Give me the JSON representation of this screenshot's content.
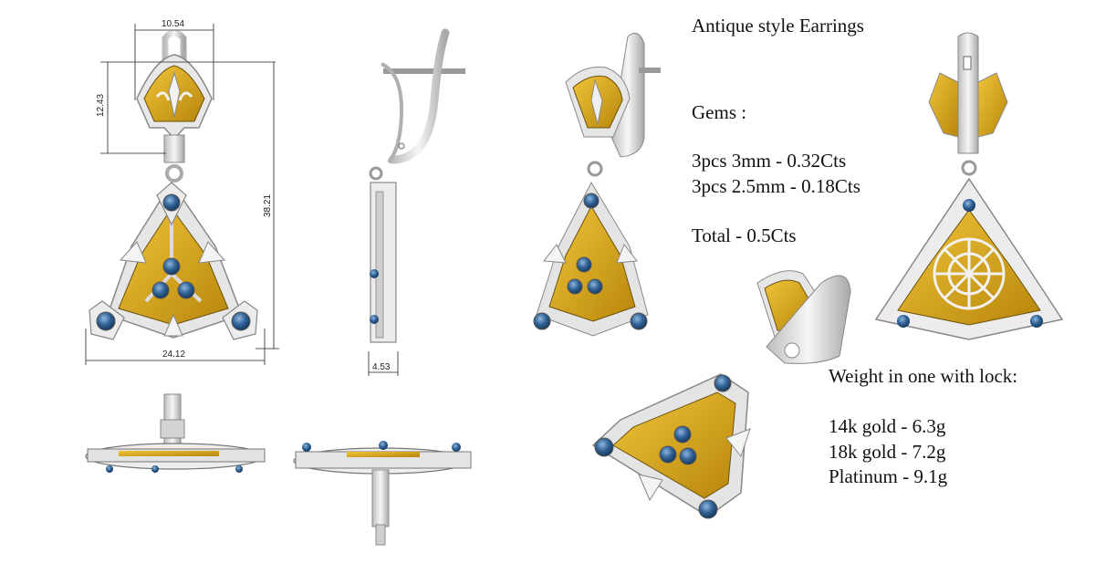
{
  "title": "Antique style Earrings",
  "gems": {
    "heading": "Gems :",
    "lines": [
      "3pcs 3mm - 0.32Cts",
      "3pcs 2.5mm - 0.18Cts"
    ],
    "total": "Total - 0.5Cts"
  },
  "weight": {
    "heading": "Weight in one with lock:",
    "lines": [
      "14k gold - 6.3g",
      "18k gold - 7.2g",
      "Platinum - 9.1g"
    ]
  },
  "dimensions": {
    "width_top": "10.54",
    "height_top": "12.43",
    "height_total": "38.21",
    "width_total": "24.12",
    "thickness": "4.53"
  },
  "colors": {
    "metal": "#e4e4e4",
    "metal_dark": "#9a9a9a",
    "enamel": "#d9a81c",
    "enamel_dark": "#8a6a10",
    "gem": "#2d5f93",
    "gem_light": "#6e9ccb"
  }
}
